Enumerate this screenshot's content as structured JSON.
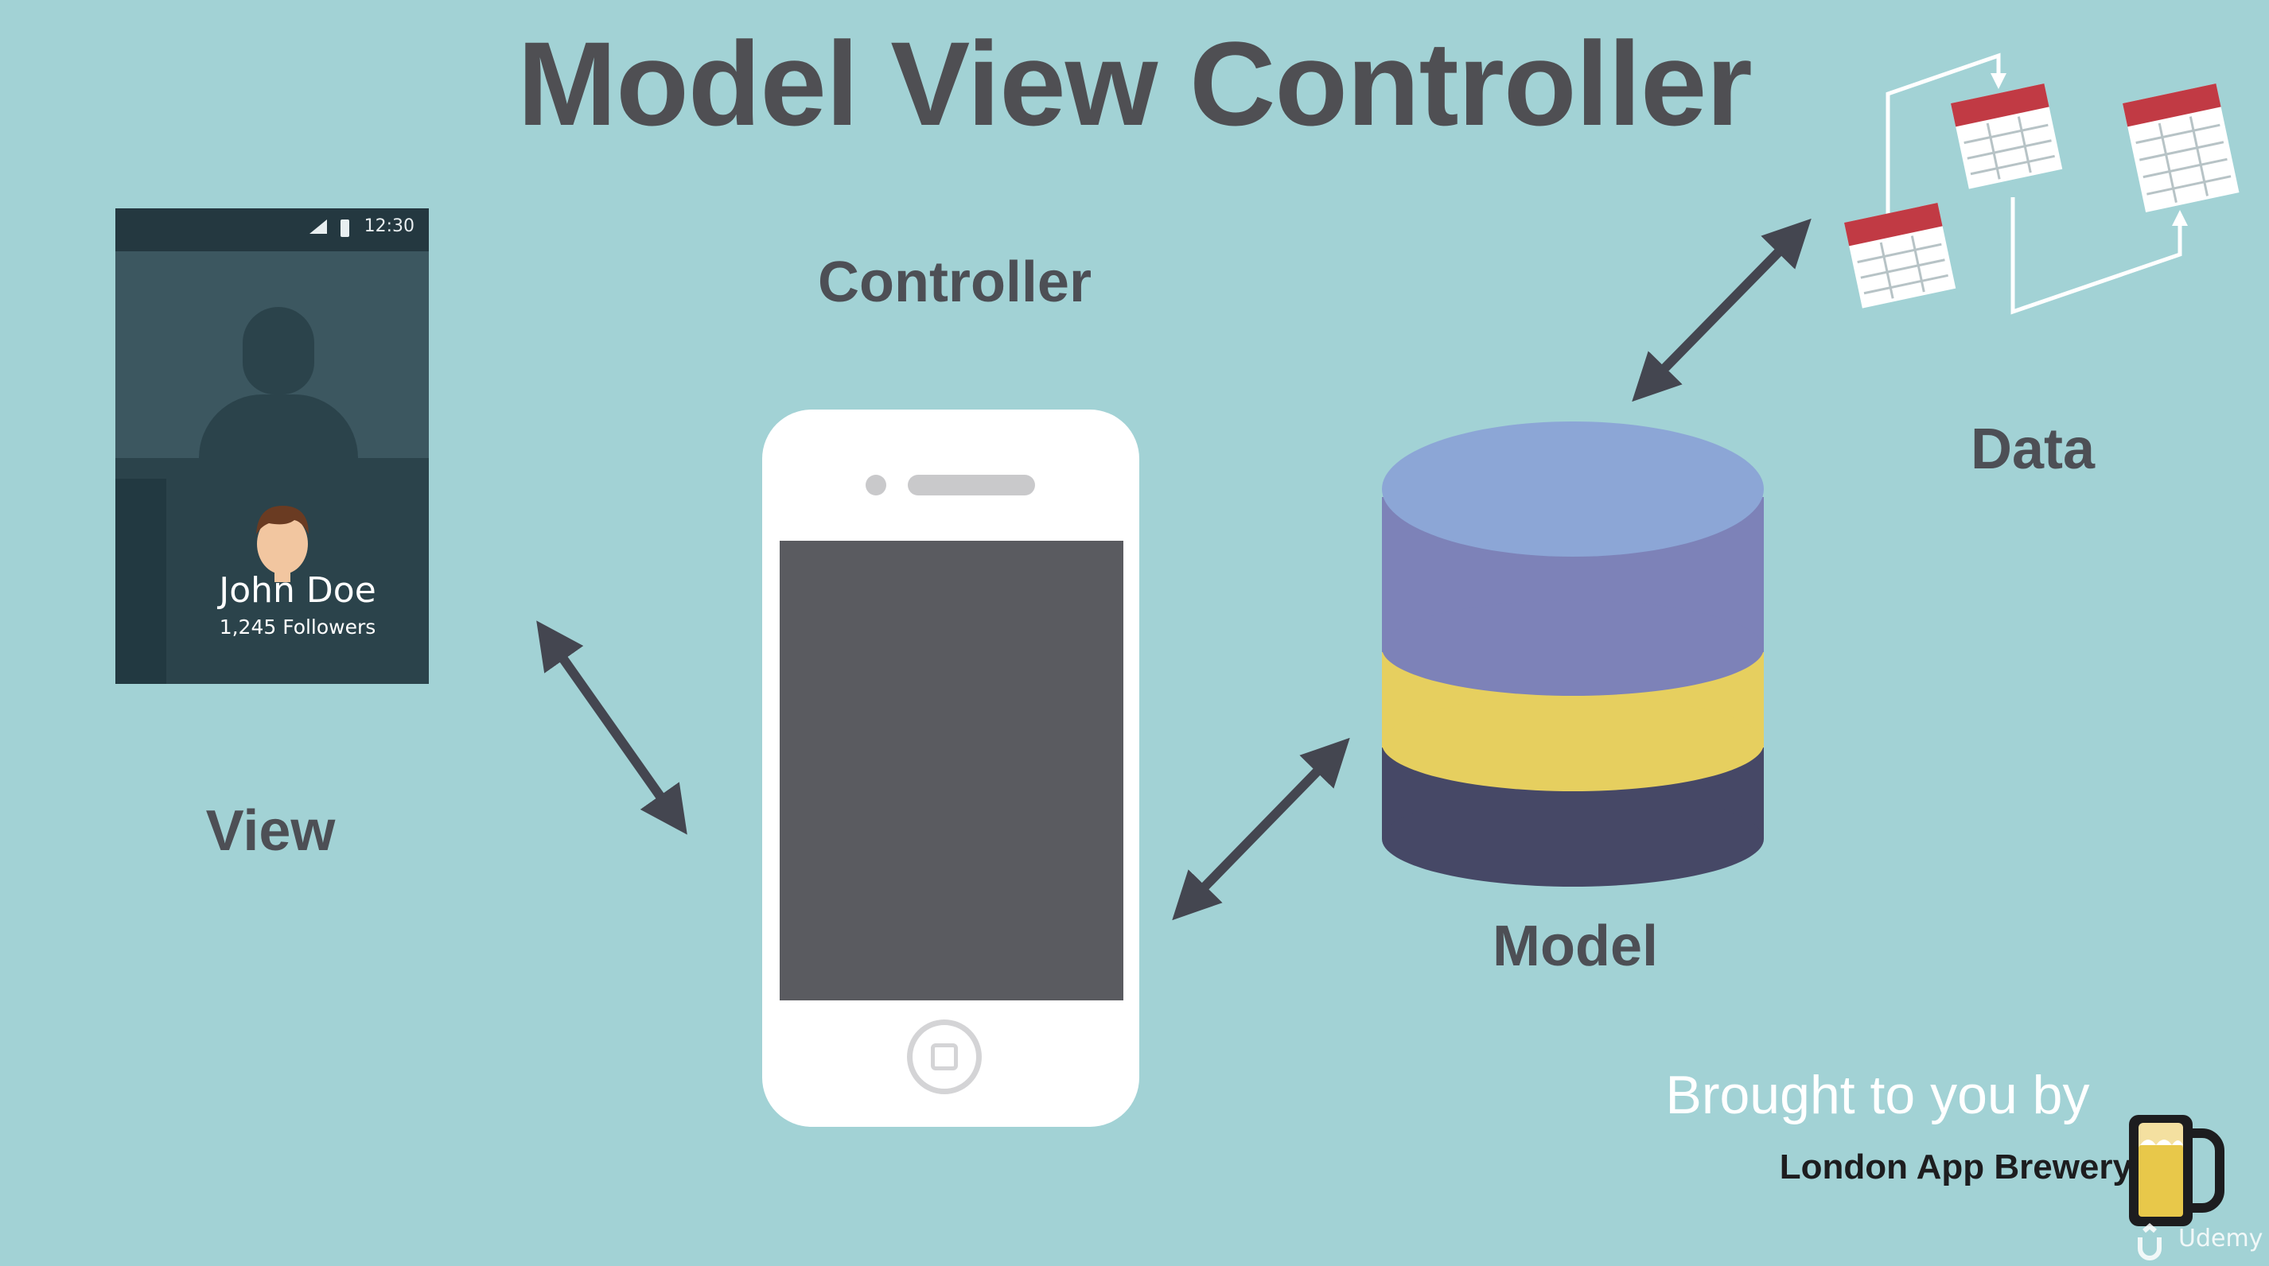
{
  "title": "Model View Controller",
  "labels": {
    "controller": "Controller",
    "view": "View",
    "model": "Model",
    "data": "Data"
  },
  "view_mockup": {
    "status_time": "12:30",
    "name": "John Doe",
    "followers": "1,245 Followers"
  },
  "credits": {
    "brought_to_you_by": "Brought to you by",
    "brand": "London App Brewery",
    "platform": "Udemy"
  },
  "icons": [
    "signal-icon",
    "battery-icon",
    "avatar-silhouette-icon",
    "user-face-icon",
    "smartphone-icon",
    "database-cylinder-icon",
    "data-table-icon",
    "beer-mug-logo-icon",
    "udemy-logo-icon"
  ],
  "colors": {
    "background": "#a2d2d5",
    "title_text": "#4f4f53",
    "model_top": "#8ca6d6",
    "model_band1": "#7d82b8",
    "model_band2": "#e6cf5f",
    "model_band3": "#464866",
    "table_header": "#c13a44"
  }
}
